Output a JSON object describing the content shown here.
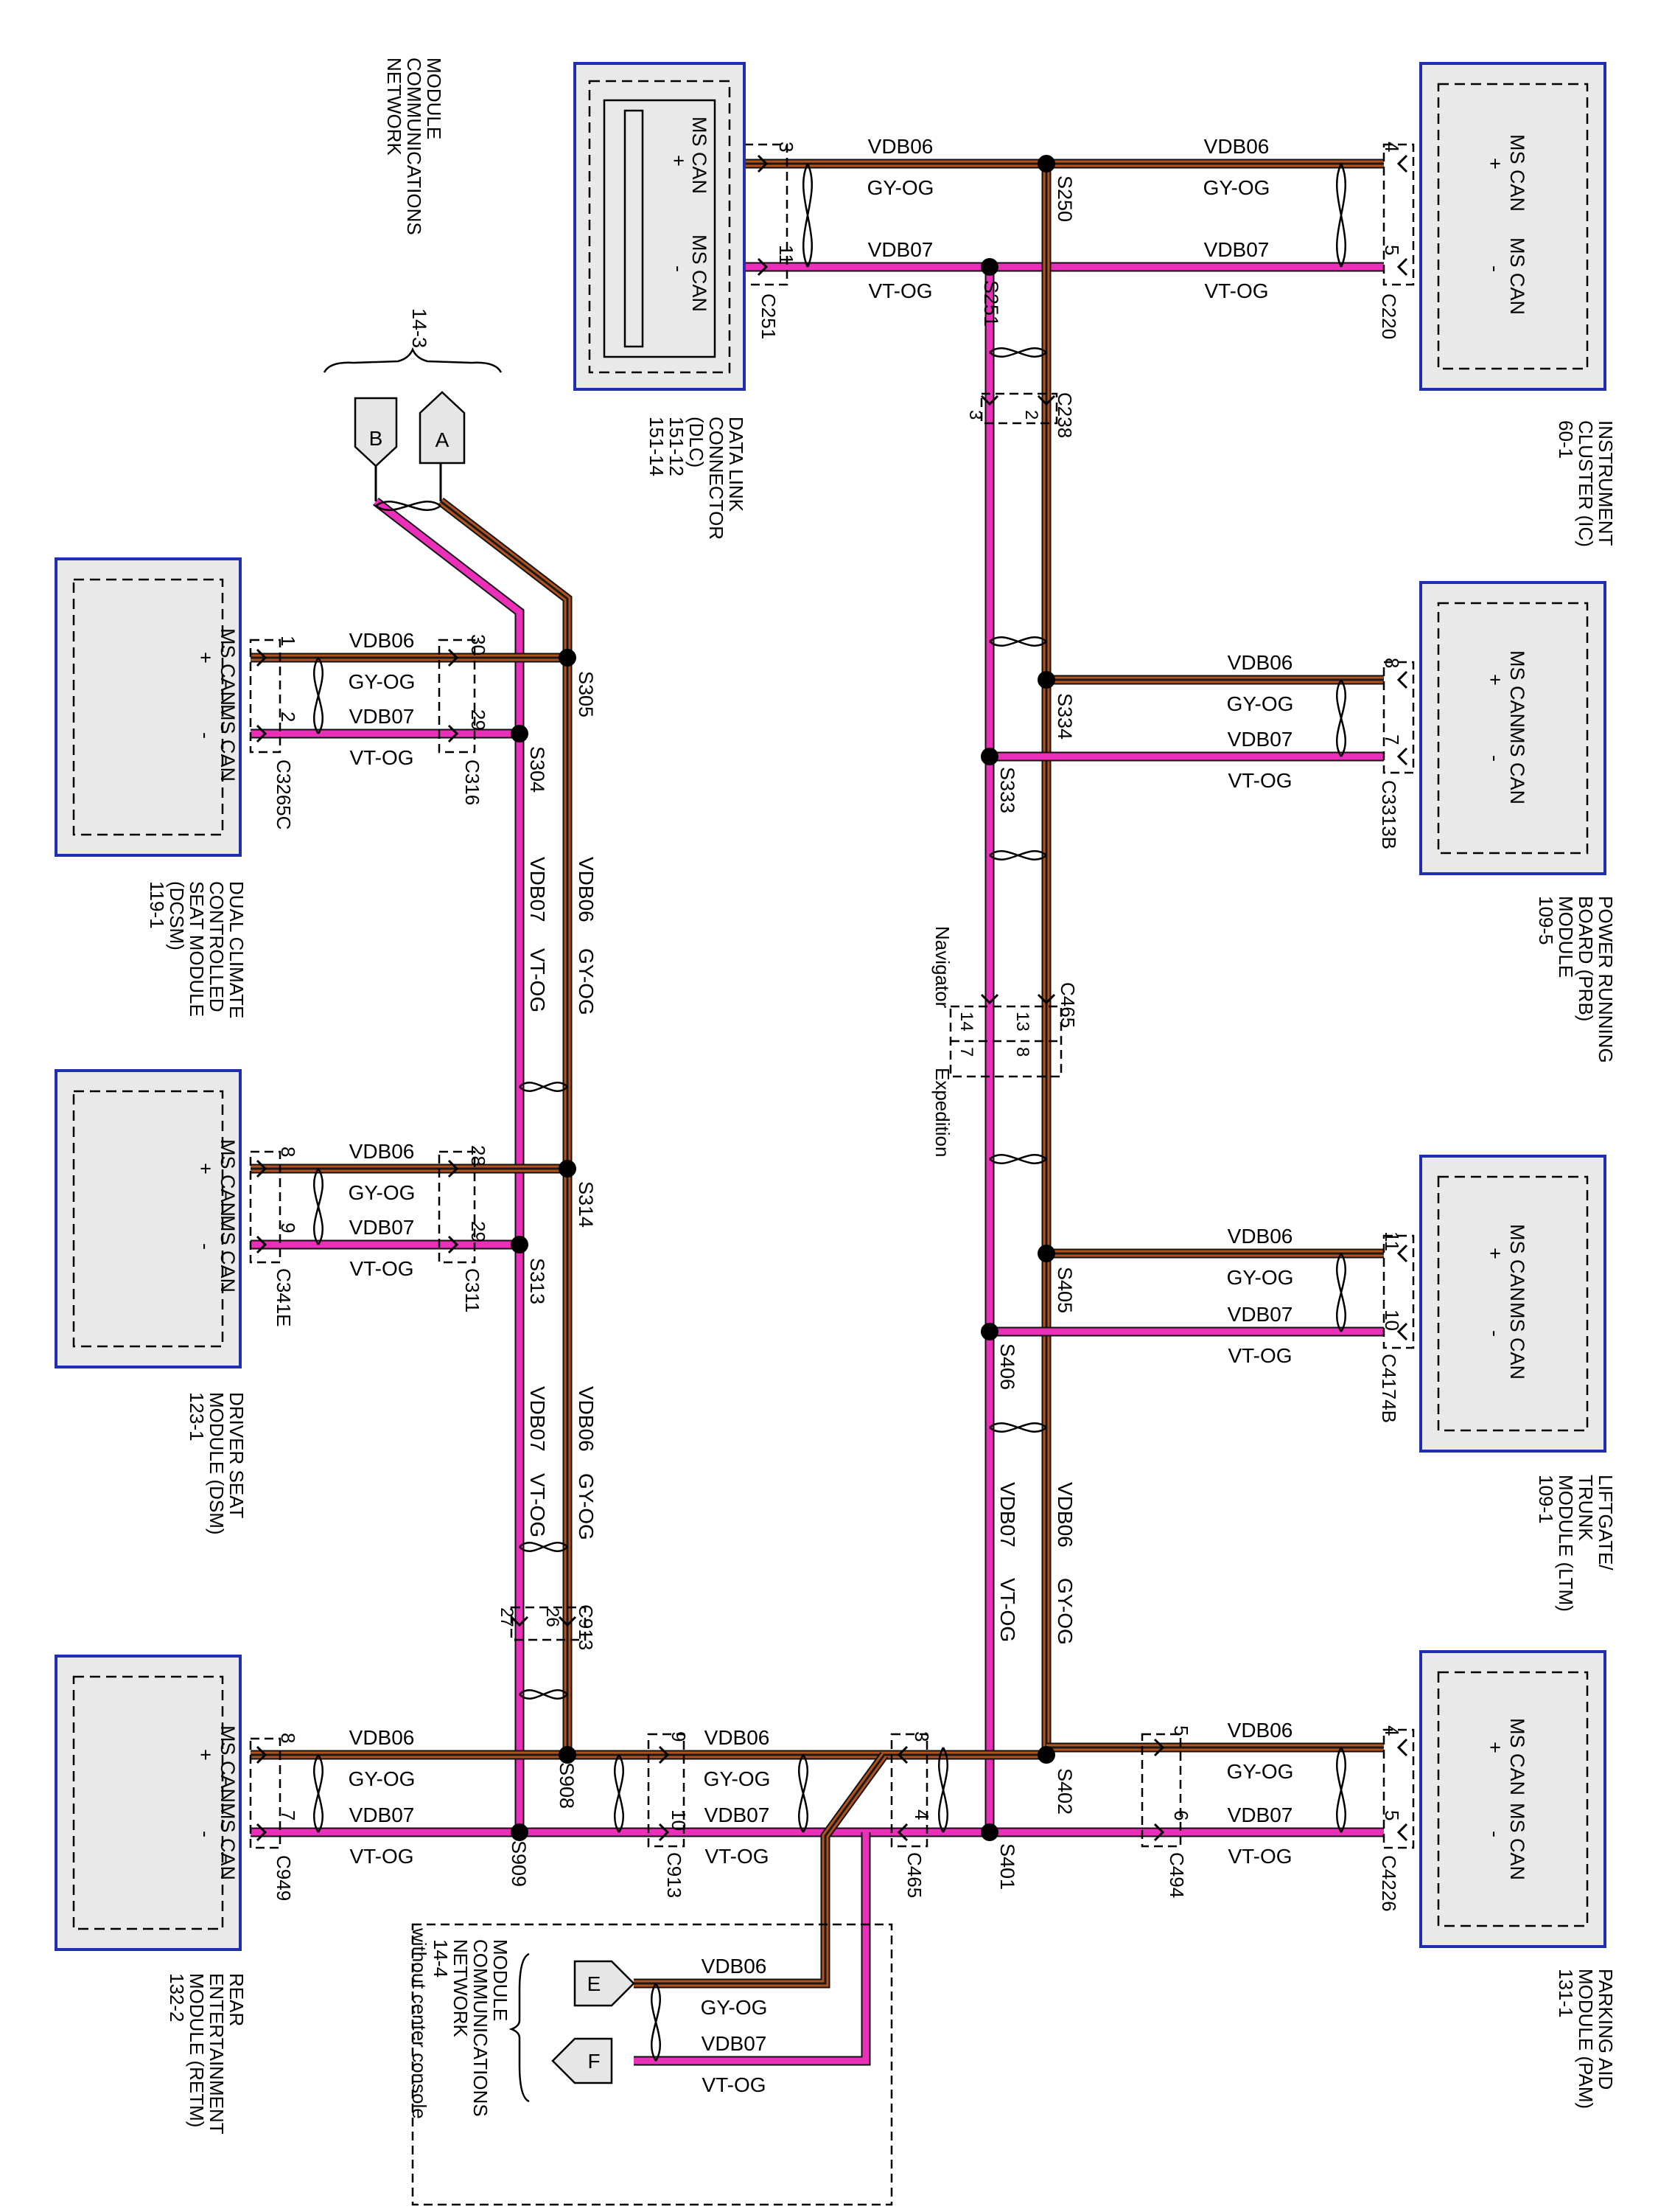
{
  "colors": {
    "can_high_wire": "#b5521b",
    "can_high_stripe": "#1a1a1a",
    "can_low_wire": "#ec2fb9",
    "can_low_stripe": "#c22bb0",
    "module_border": "#1f2fb0",
    "module_fill": "#e9e9e9"
  },
  "wires": {
    "high": {
      "circuit": "VDB06",
      "color_code": "GY-OG"
    },
    "low": {
      "circuit": "VDB07",
      "color_code": "VT-OG"
    }
  },
  "pins": {
    "can_high": "MS CAN",
    "can_high_sign": "+",
    "can_low": "MS CAN",
    "can_low_sign": "-"
  },
  "modules": {
    "dlc": {
      "name_lines": [
        "DATA LINK",
        "CONNECTOR",
        "(DLC)",
        "151-12",
        "151-14"
      ]
    },
    "ic": {
      "name_lines": [
        "INSTRUMENT",
        "CLUSTER (IC)",
        "60-1"
      ]
    },
    "prb": {
      "name_lines": [
        "POWER RUNNING",
        "BOARD (PRB)",
        "MODULE",
        "109-5"
      ]
    },
    "ltm": {
      "name_lines": [
        "LIFTGATE/",
        "TRUNK",
        "MODULE (LTM)",
        "109-1"
      ]
    },
    "pam": {
      "name_lines": [
        "PARKING AID",
        "MODULE (PAM)",
        "131-1"
      ]
    },
    "dcsm": {
      "name_lines": [
        "DUAL CLIMATE",
        "CONTROLLED",
        "SEAT MODULE",
        "(DCSM)",
        "119-1"
      ]
    },
    "dsm": {
      "name_lines": [
        "DRIVER SEAT",
        "MODULE (DSM)",
        "123-1"
      ]
    },
    "retm": {
      "name_lines": [
        "REAR",
        "ENTERTAINMENT",
        "MODULE (RETM)",
        "132-2"
      ]
    }
  },
  "connectors": {
    "C251": "C251",
    "C220": "C220",
    "C238": "C238",
    "C3313B": "C3313B",
    "C465": "C465",
    "C4174B": "C4174B",
    "C4226": "C4226",
    "C494": "C494",
    "C3265C": "C3265C",
    "C316": "C316",
    "C341E": "C341E",
    "C311": "C311",
    "C913": "C913",
    "C949": "C949"
  },
  "splices": {
    "S250": "S250",
    "S251": "S251",
    "S334": "S334",
    "S333": "S333",
    "S405": "S405",
    "S406": "S406",
    "S402": "S402",
    "S401": "S401",
    "S305": "S305",
    "S304": "S304",
    "S314": "S314",
    "S313": "S313",
    "S908": "S908",
    "S909": "S909"
  },
  "pin_numbers": {
    "dlc_h": "3",
    "dlc_l": "11",
    "ic_h": "4",
    "ic_l": "5",
    "c238_h": "2",
    "c238_l": "3",
    "prb_h": "8",
    "prb_l": "7",
    "c465_nav_h": "13",
    "c465_nav_l": "14",
    "c465_exp_h": "8",
    "c465_exp_l": "7",
    "ltm_h": "11",
    "ltm_l": "10",
    "pam_h": "4",
    "pam_l": "5",
    "c494_h": "5",
    "c494_l": "6",
    "c465b_h": "3",
    "c465b_l": "4",
    "c913_h": "9",
    "c913_l": "10",
    "retm_h": "8",
    "retm_l": "7",
    "c913t_h": "26",
    "c913t_l": "27",
    "dcsm_h": "1",
    "dcsm_l": "2",
    "c316_h": "30",
    "c316_l": "29",
    "dsm_h": "8",
    "dsm_l": "9",
    "c311_h": "28",
    "c311_l": "29"
  },
  "labels": {
    "navigator": "Navigator",
    "expedition": "Expedition",
    "ref_top_lines": [
      "MODULE",
      "COMMUNICATIONS",
      "NETWORK"
    ],
    "ref_top_page": "14-3",
    "ref_bottom_lines": [
      "MODULE",
      "COMMUNICATIONS",
      "NETWORK",
      "14-4"
    ],
    "without_console": "without center console"
  },
  "offpage": {
    "A": "A",
    "B": "B",
    "E": "E",
    "F": "F"
  },
  "icons": {
    "splice": "splice-dot-icon",
    "twist": "twisted-pair-icon",
    "offpage": "off-page-connector-icon",
    "pin_arrow": "pin-arrow-icon"
  }
}
